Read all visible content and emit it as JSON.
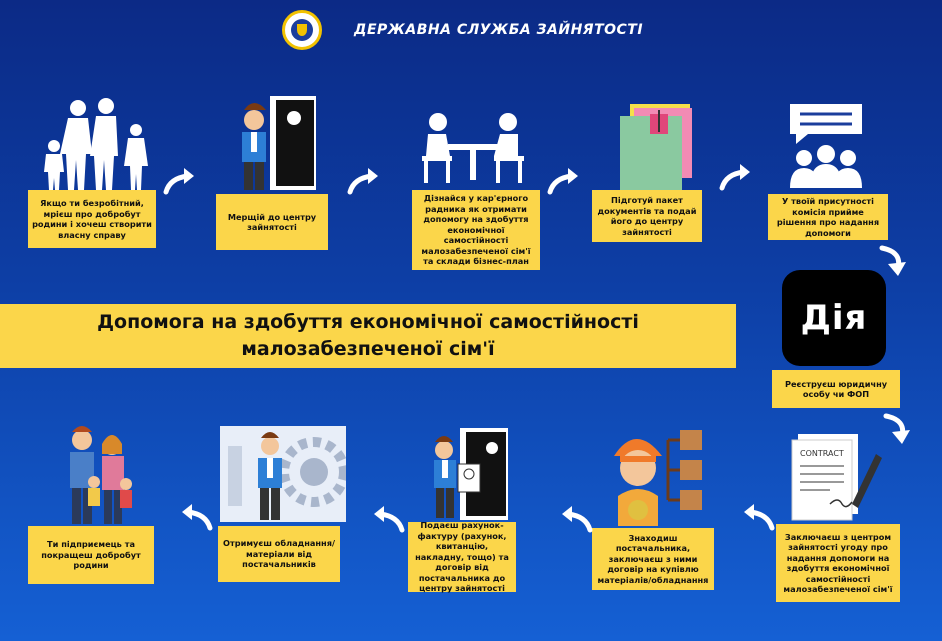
{
  "header": {
    "org_name": "ДЕРЖАВНА СЛУЖБА ЗАЙНЯТОСТІ"
  },
  "banner": {
    "title": "Допомога на здобуття економічної самостійності малозабезпеченої сім'ї"
  },
  "diia": {
    "label": "Дія"
  },
  "steps": [
    {
      "text": "Якщо ти безробітний, мрієш про добробут родини і хочеш створити власну справу"
    },
    {
      "text": "Мерщій до центру зайнятості"
    },
    {
      "text": "Дізнайся у кар'єрного радника як отримати допомогу на здобуття економічної самостійності малозабезпеченої сім'ї та склади бізнес-план"
    },
    {
      "text": "Підготуй пакет документів та подай його до центру зайнятості"
    },
    {
      "text": "У твоїй присутності комісія прийме рішення про надання допомоги"
    },
    {
      "text": "Реєструєш юридичну особу чи ФОП"
    },
    {
      "text": "Заключаєш з центром зайнятості угоду про надання допомоги на здобуття економічної самостійності малозабезпеченої сім'ї"
    },
    {
      "text": "Знаходиш постачальника, заключаєш з ними договір на купівлю матеріалів/обладнання"
    },
    {
      "text": "Подаєш рахунок-фактуру (рахунок, квитанцію, накладну, тощо) та договір від постачальника до центру зайнятості"
    },
    {
      "text": "Отримуєш обладнання/матеріали від постачальників"
    },
    {
      "text": "Ти підприємець та покращеш добробут родини"
    }
  ],
  "colors": {
    "accent": "#fbd64a",
    "background": "#0d3fa6",
    "text": "#111111"
  }
}
